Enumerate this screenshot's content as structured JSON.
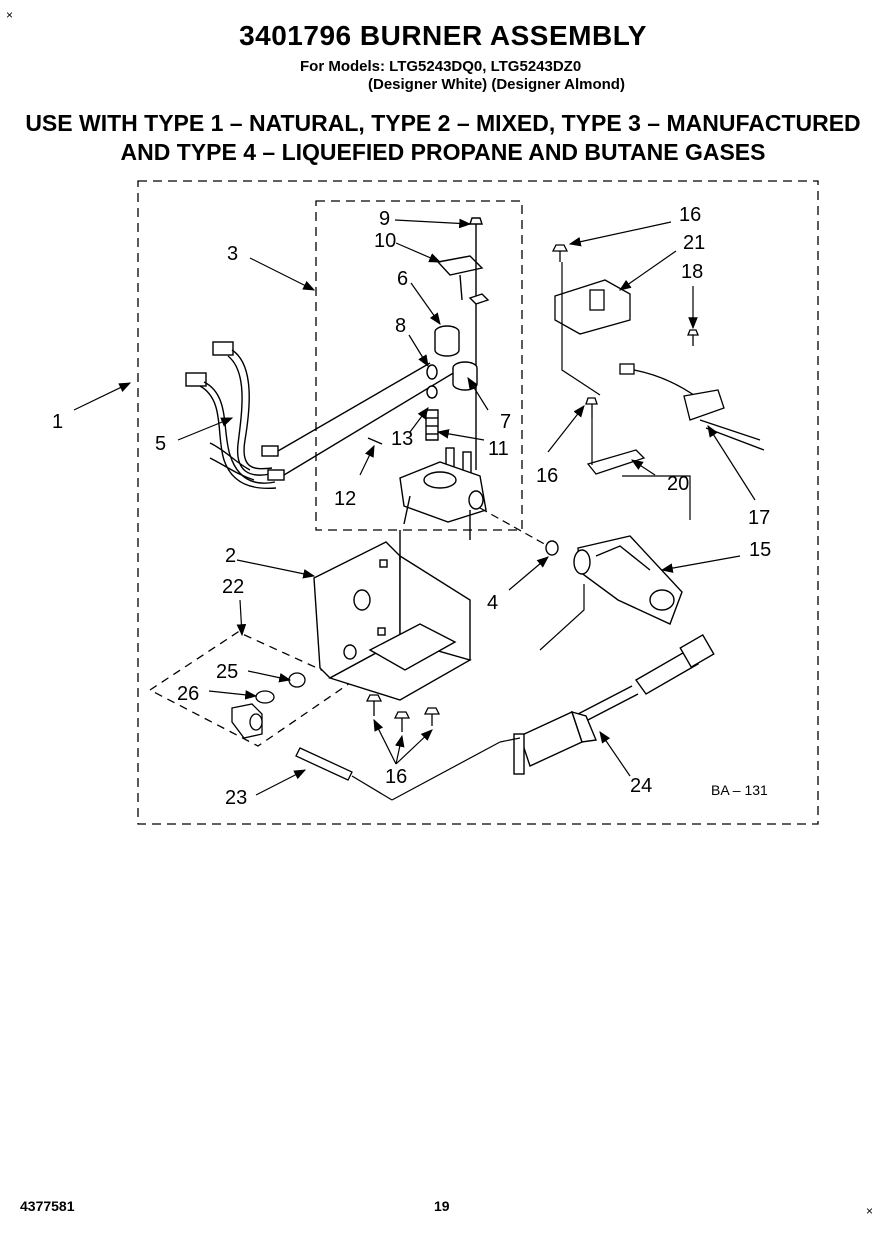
{
  "header": {
    "title": "3401796 BURNER ASSEMBLY",
    "models_line": "For Models: LTG5243DQ0, LTG5243DZ0",
    "colors_line": "(Designer White) (Designer Almond)",
    "use_line1": "USE WITH TYPE 1 – NATURAL, TYPE 2 – MIXED, TYPE 3 – MANUFACTURED",
    "use_line2": "AND TYPE 4 – LIQUEFIED PROPANE AND BUTANE GASES"
  },
  "corner_marks": {
    "top_left": "×",
    "bottom_right": "×"
  },
  "diagram": {
    "callouts": {
      "c1": "1",
      "c2": "2",
      "c3": "3",
      "c4": "4",
      "c5": "5",
      "c6": "6",
      "c7": "7",
      "c8": "8",
      "c9": "9",
      "c10": "10",
      "c11": "11",
      "c12": "12",
      "c13": "13",
      "c15": "15",
      "c16a": "16",
      "c16b": "16",
      "c16c": "16",
      "c17": "17",
      "c18": "18",
      "c20": "20",
      "c21": "21",
      "c22": "22",
      "c23": "23",
      "c24": "24",
      "c25": "25",
      "c26": "26"
    },
    "drawing_code": "BA – 131"
  },
  "footer": {
    "part_number": "4377581",
    "page_number": "19"
  }
}
